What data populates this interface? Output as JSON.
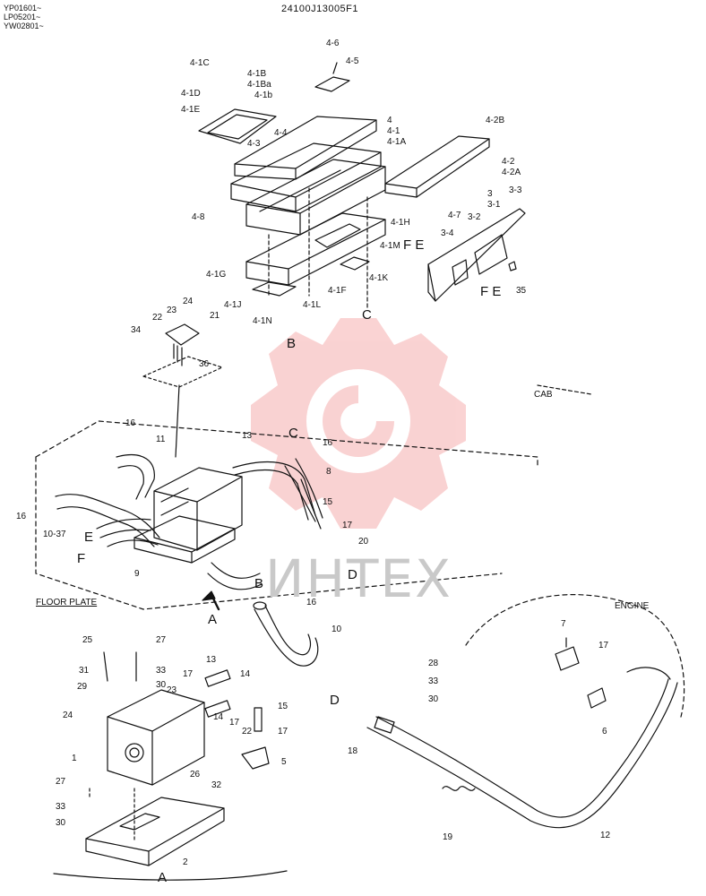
{
  "header": {
    "serials": [
      "YP01601~",
      "LP05201~",
      "YW02801~"
    ],
    "doc_code": "24100J13005F1"
  },
  "watermark": {
    "text": "ИНТЕХ"
  },
  "captions": {
    "floor_plate": "FLOOR PLATE",
    "cab": "CAB",
    "engine": "ENGINE",
    "detail_a": "A",
    "view_a": "A",
    "view_b": "B",
    "view_c": "C",
    "hose_b": "B",
    "hose_c": "C",
    "hose_d": "D",
    "pipe_d": "D",
    "hose_e": "E",
    "hose_f": "F",
    "duct_fe": "F E",
    "duct_fe2": "F E"
  },
  "part_labels": {
    "p4_6": "4-6",
    "p4_5": "4-5",
    "p4_1C": "4-1C",
    "p4_1B": "4-1B",
    "p4_1Ba": "4-1Ba",
    "p4_1D": "4-1D",
    "p4_1b": "4-1b",
    "p4_1E": "4-1E",
    "p4_4": "4-4",
    "p4_3": "4-3",
    "p4": "4",
    "p4_1": "4-1",
    "p4_1A": "4-1A",
    "p4_2B": "4-2B",
    "p4_2": "4-2",
    "p4_2A": "4-2A",
    "p4_8": "4-8",
    "p4_7": "4-7",
    "p3": "3",
    "p3_1": "3-1",
    "p3_3": "3-3",
    "p3_2": "3-2",
    "p4_1H": "4-1H",
    "p4_1M": "4-1M",
    "p3_4": "3-4",
    "p4_1G": "4-1G",
    "p4_1K": "4-1K",
    "p4_1F": "4-1F",
    "p4_1J": "4-1J",
    "p4_1L": "4-1L",
    "p4_1N": "4-1N",
    "p35": "35",
    "p24": "24",
    "p23": "23",
    "p22": "22",
    "p21": "21",
    "p34": "34",
    "p36": "36",
    "p16a": "16",
    "p11": "11",
    "p13": "13",
    "p16b": "16",
    "p8": "8",
    "p15": "15",
    "p17": "17",
    "p20": "20",
    "p16c": "16",
    "p10_37": "10-37",
    "p9": "9",
    "p16d": "16",
    "p10": "10",
    "p25": "25",
    "p27": "27",
    "p31": "31",
    "p33": "33",
    "p29": "29",
    "p30": "30",
    "p23b": "23",
    "p17b": "17",
    "p13b": "13",
    "p14": "14",
    "p24b": "24",
    "p14b": "14",
    "p15b": "15",
    "p17c": "17",
    "p22b": "22",
    "p17d": "17",
    "p1": "1",
    "p26": "26",
    "p5": "5",
    "p32": "32",
    "p27b": "27",
    "p33b": "33",
    "p30b": "30",
    "p2": "2",
    "p7": "7",
    "p17e": "17",
    "p28": "28",
    "p33c": "33",
    "p30c": "30",
    "p6": "6",
    "p18": "18",
    "p19": "19",
    "p12": "12"
  }
}
